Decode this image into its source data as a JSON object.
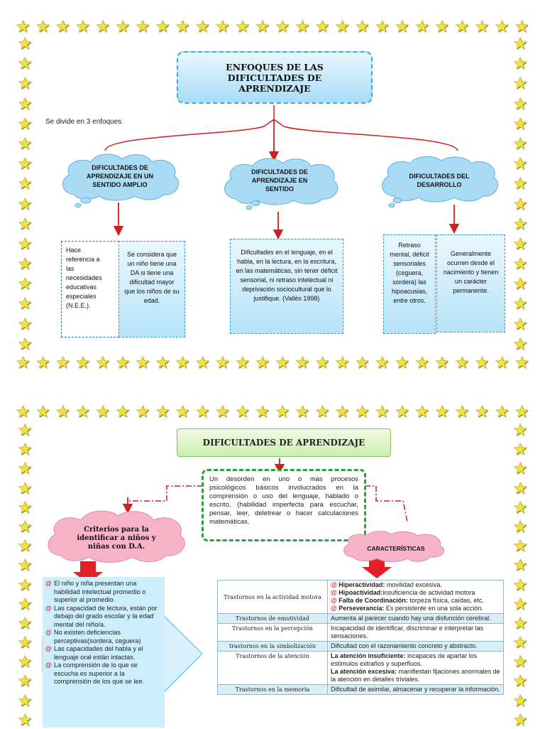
{
  "colors": {
    "star": "#f3e23a",
    "arrow": "#d21e1e",
    "box_border": "#39a9d8",
    "panel": "#cdeefc",
    "green": "#2aa33a"
  },
  "section1": {
    "title": "ENFOQUES DE LAS  DIFICULTADES DE APRENDIZAJE",
    "intro": "Se divide en 3 enfoques",
    "clouds": [
      "DIFICULTADES DE APRENDIZAJE EN UN SENTIDO AMPLIO",
      "DIFICULTADES DE APRENDIZAJE EN SENTIDO",
      "DIFICULTADES DEL DESARROLLO"
    ],
    "notes": {
      "amplio_left": "Hace referencia a las necesidades educativas especiales (N.E.E.).",
      "amplio_right": "Se considera que un niño tiene una DA si tiene una dificultad mayor que los niños de su edad.",
      "sentido": "Dificultades en el lenguaje, en el habla, en la lectura, en la escritura, en las matemáticas, sin tener déficit sensorial, ni retraso intelectual ni deprivación sociocultural que lo justifique. (Vallès 1998)",
      "desarrollo_left": "Retraso mental, déficit sensoriales (ceguera, sordera) las hipoacusias, entre otros.",
      "desarrollo_right": "Generalmente ocurren desde el nacimiento y tienen un carácter permanente."
    }
  },
  "section2": {
    "title": "DIFICULTADES DE APRENDIZAJE",
    "definition": "Un desorden en uno o más procesos psicológicos básicos involucrados en la comprensión o uso del lenguaje, hablado o escrito, (habilidad imperfecta para escuchar, pensar, leer, deletrear o hacer calculaciones matemáticas.",
    "criteria_cloud": "Criterios para la identificar a niños y niñas con D.A.",
    "traits_cloud": "CARACTERÍSTICAS",
    "bullet_symbol": "@",
    "criteria": [
      "El niño y niña   presentan una habilidad intelectual promedio  o superior al promedio.",
      "Las capacidad de lectura, están por debajo del grado escolar y la edad mental del niño/a.",
      "No existen  deficiencias perceptivas(sordera, ceguera)",
      "Las capacidades del habla y el lenguaje oral están intactas.",
      "La comprensión de lo que se escucha es superior a la comprensión de los que se lee."
    ],
    "traits_table": [
      {
        "label": "Trastornos en la actividad motora",
        "items": [
          {
            "term": "Hiperactividad:",
            "text": " movilidad excesiva."
          },
          {
            "term": "Hipoactividad:",
            "text": "insuficiencia de actividad motora"
          },
          {
            "term": "Falta de Coordinación:",
            "text": " torpeza física, caídas, etc."
          },
          {
            "term": "Perseverancia:",
            "text": " Es persistente en una sola acción."
          }
        ]
      },
      {
        "label": "Trastornos de emotividad",
        "text": "Aumenta al parecer cuando hay una disfunción cerebral."
      },
      {
        "label": "Trastornos en la percepción",
        "text": "Incapacidad de identificar, discriminar e interpretar las sensaciones."
      },
      {
        "label": "trastornos en la simbolización",
        "text": "Dificultad con el razonamiento concreto y abstracto."
      },
      {
        "label": "Trastornos de la atención",
        "items": [
          {
            "term": "La atención insuficiente:",
            "text": " incapaces de apartar los estímulos extraños y superfluos."
          },
          {
            "term": "La atención excesiva:",
            "text": " manifiestan fijaciones anormales de la atención en detalles triviales."
          }
        ]
      },
      {
        "label": "Trastornos en la memoria",
        "text": "Dificultad de asimilar, almacenar y recuperar la información."
      }
    ]
  }
}
